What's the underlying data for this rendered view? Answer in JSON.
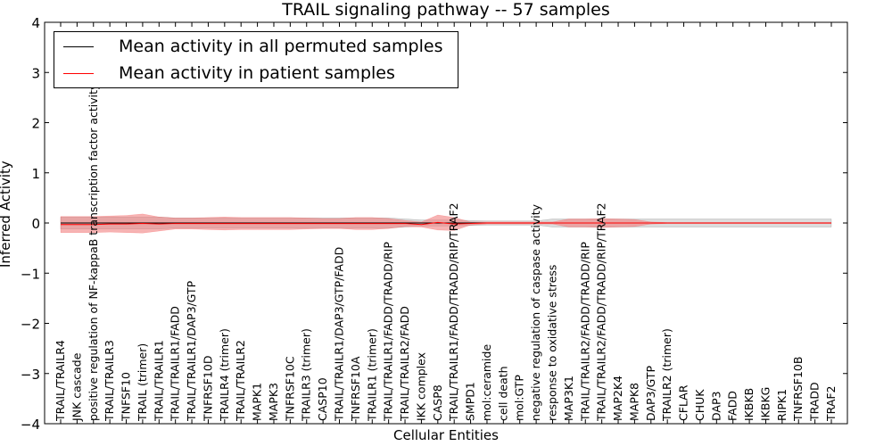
{
  "chart_data": {
    "type": "line",
    "title": "TRAIL signaling pathway -- 57 samples",
    "xlabel": "Cellular Entities",
    "ylabel": "Inferred Activity",
    "ylim": [
      -4,
      4
    ],
    "yticks": [
      "4",
      "3",
      "2",
      "1",
      "0",
      "−1",
      "−2",
      "−3",
      "−4"
    ],
    "legend_position": "top-left",
    "grid": false,
    "categories": [
      "TRAIL/TRAILR4",
      "JNK cascade",
      "positive regulation of NF-kappaB transcription factor activity",
      "TRAIL/TRAILR3",
      "TNFSF10",
      "TRAIL (trimer)",
      "TRAIL/TRAILR1",
      "TRAIL/TRAILR1/FADD",
      "TRAIL/TRAILR1/DAP3/GTP",
      "TNFRSF10D",
      "TRAILR4 (trimer)",
      "TRAIL/TRAILR2",
      "MAPK1",
      "MAPK3",
      "TNFRSF10C",
      "TRAILR3 (trimer)",
      "CASP10",
      "TRAIL/TRAILR1/DAP3/GTP/FADD",
      "TNFRSF10A",
      "TRAILR1 (trimer)",
      "TRAIL/TRAILR1/FADD/TRADD/RIP",
      "TRAIL/TRAILR2/FADD",
      "IKK complex",
      "CASP8",
      "TRAIL/TRAILR1/FADD/TRADD/RIP/TRAF2",
      "SMPD1",
      "mol:ceramide",
      "cell death",
      "mol:GTP",
      "negative regulation of caspase activity",
      "response to oxidative stress",
      "MAP3K1",
      "TRAIL/TRAILR2/FADD/TRADD/RIP",
      "TRAIL/TRAILR2/FADD/TRADD/RIP/TRAF2",
      "MAP2K4",
      "MAPK8",
      "DAP3/GTP",
      "TRAILR2 (trimer)",
      "CFLAR",
      "CHUK",
      "DAP3",
      "FADD",
      "IKBKB",
      "IKBKG",
      "RIPK1",
      "TNFRSF10B",
      "TRADD",
      "TRAF2"
    ],
    "series": [
      {
        "name": "Mean activity in all permuted samples",
        "color": "#000000",
        "band_color": "#bfbfbf",
        "values": [
          0,
          0,
          0,
          0,
          0,
          0,
          0,
          0,
          0,
          0,
          0,
          0,
          0,
          0,
          0,
          0,
          0,
          0,
          0,
          0,
          0,
          0,
          0,
          0,
          0,
          0,
          0,
          0,
          0,
          0,
          0,
          0,
          0,
          0,
          0,
          0,
          0,
          0,
          0,
          0,
          0,
          0,
          0,
          0,
          0,
          0,
          0,
          0
        ],
        "band": [
          0.12,
          0.12,
          0.12,
          0.12,
          0.12,
          0.12,
          0.12,
          0.1,
          0.1,
          0.1,
          0.1,
          0.1,
          0.1,
          0.1,
          0.1,
          0.1,
          0.1,
          0.1,
          0.1,
          0.1,
          0.1,
          0.08,
          0.06,
          0.06,
          0.06,
          0.05,
          0.04,
          0.04,
          0.04,
          0.04,
          0.08,
          0.08,
          0.08,
          0.08,
          0.08,
          0.08,
          0.08,
          0.08,
          0.08,
          0.08,
          0.08,
          0.08,
          0.08,
          0.08,
          0.08,
          0.08,
          0.08,
          0.08
        ]
      },
      {
        "name": "Mean activity in patient samples",
        "color": "#ff0000",
        "band_color": "#f08080",
        "values": [
          -0.03,
          -0.03,
          -0.03,
          -0.02,
          -0.02,
          -0.01,
          -0.02,
          -0.01,
          -0.01,
          -0.01,
          -0.01,
          -0.01,
          -0.01,
          -0.01,
          -0.01,
          -0.01,
          -0.01,
          -0.01,
          -0.01,
          -0.01,
          -0.01,
          -0.01,
          -0.03,
          0.01,
          -0.02,
          -0.01,
          0.0,
          0.0,
          0.0,
          0.0,
          0.0,
          0.0,
          0.0,
          0.0,
          0.0,
          0.0,
          0.0,
          0.0,
          0.0,
          0.0,
          0.0,
          0.0,
          0.0,
          0.0,
          0.0,
          0.0,
          0.0,
          0.0
        ],
        "band": [
          0.16,
          0.16,
          0.16,
          0.16,
          0.17,
          0.19,
          0.14,
          0.11,
          0.11,
          0.12,
          0.13,
          0.12,
          0.12,
          0.12,
          0.12,
          0.11,
          0.1,
          0.1,
          0.12,
          0.12,
          0.1,
          0.06,
          0.05,
          0.15,
          0.13,
          0.03,
          0.02,
          0.02,
          0.02,
          0.02,
          0.02,
          0.08,
          0.08,
          0.09,
          0.08,
          0.07,
          0.02,
          0.01,
          0.01,
          0.01,
          0.01,
          0.01,
          0.01,
          0.01,
          0.01,
          0.01,
          0.01,
          0.01
        ]
      }
    ]
  }
}
